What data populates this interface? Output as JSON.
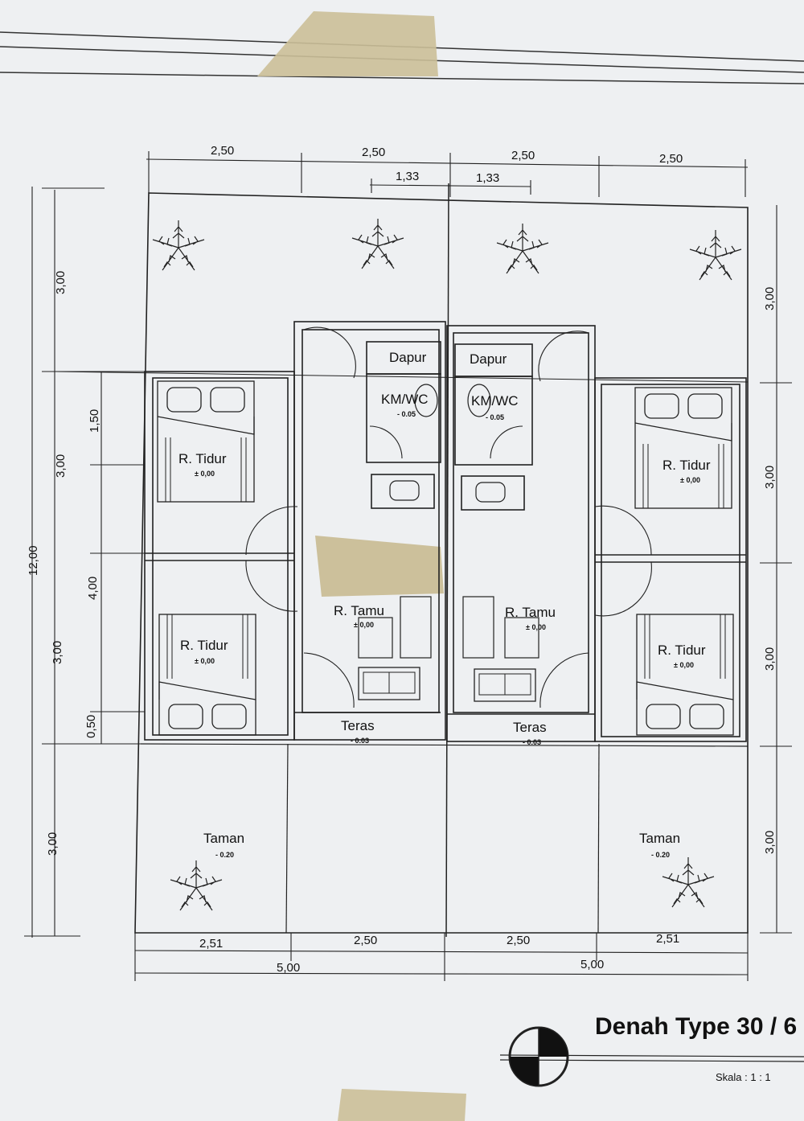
{
  "title": "Denah Type 30 / 6",
  "scale_text": "Skala  :  1 : 1",
  "rooms": {
    "dapur_left": "Dapur",
    "dapur_right": "Dapur",
    "kmwc_left": "KM/WC",
    "kmwc_right": "KM/WC",
    "kmwc_left_level": "- 0.05",
    "kmwc_right_level": "- 0.05",
    "tidur_tl": "R. Tidur",
    "tidur_bl": "R. Tidur",
    "tidur_tr": "R. Tidur",
    "tidur_br": "R. Tidur",
    "tidur_level": "± 0,00",
    "tamu_left": "R. Tamu",
    "tamu_right": "R. Tamu",
    "tamu_level": "± 0,00",
    "teras_left": "Teras",
    "teras_right": "Teras",
    "teras_level": "- 0.03",
    "taman_left": "Taman",
    "taman_right": "Taman",
    "taman_level": "- 0.20"
  },
  "dimensions": {
    "top": [
      "2,50",
      "2,50",
      "2,50",
      "2,50"
    ],
    "top_inner": [
      "1,33",
      "1,33"
    ],
    "bottom": [
      "2,51",
      "2,50",
      "2,50",
      "2,51"
    ],
    "bottom_total": [
      "5,00",
      "5,00"
    ],
    "left_outer": "12,00",
    "left_mid": [
      "3,00",
      "3,00",
      "3,00",
      "3,00"
    ],
    "left_inner": [
      "1,50",
      "4,00",
      "0,50"
    ],
    "right": [
      "3,00",
      "3,00",
      "3,00",
      "3,00"
    ]
  }
}
